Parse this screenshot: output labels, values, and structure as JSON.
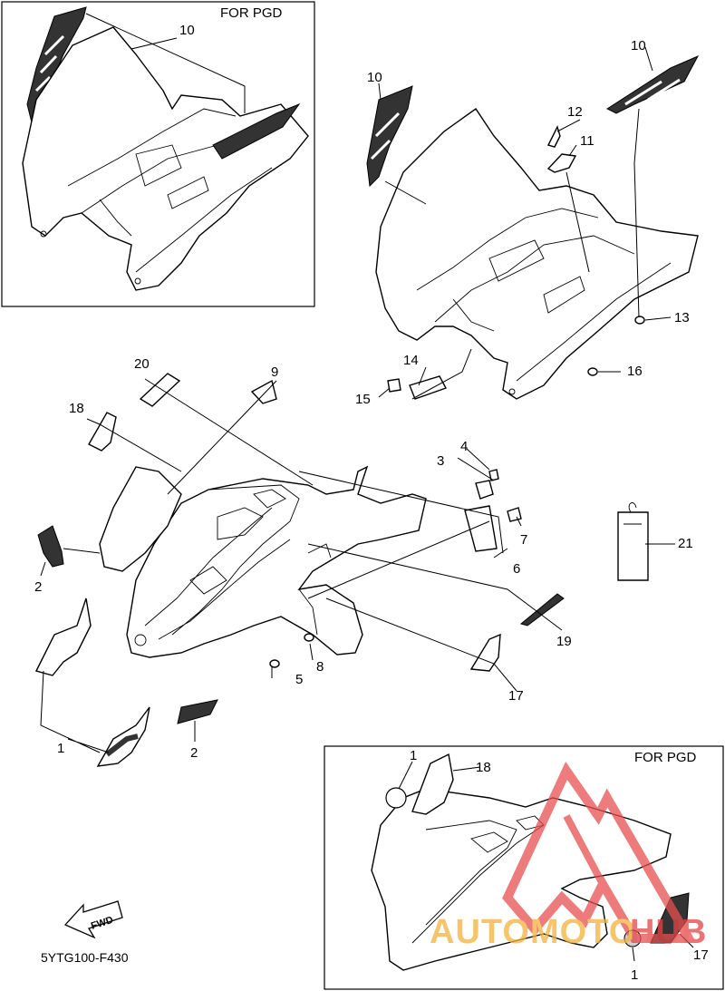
{
  "inset_top": {
    "title": "FOR PGD",
    "callouts": [
      "10"
    ]
  },
  "inset_bottom": {
    "title": "FOR PGD",
    "callouts": [
      "1",
      "18",
      "17",
      "1"
    ]
  },
  "callouts": {
    "c1": "1",
    "c2a": "2",
    "c2b": "2",
    "c3": "3",
    "c4": "4",
    "c5": "5",
    "c6": "6",
    "c7": "7",
    "c8": "8",
    "c9": "9",
    "c10a": "10",
    "c10b": "10",
    "c11": "11",
    "c12": "12",
    "c13": "13",
    "c14": "14",
    "c15": "15",
    "c16": "16",
    "c17": "17",
    "c18": "18",
    "c19": "19",
    "c20": "20",
    "c21": "21"
  },
  "fwd_label": "FWD",
  "diagram_code": "5YTG100-F430",
  "watermark": {
    "text_a": "AUTOMOTO",
    "text_b": "HUB",
    "color_a": "#f3b23a",
    "color_b": "#e64545",
    "logo_color": "#e85050"
  }
}
